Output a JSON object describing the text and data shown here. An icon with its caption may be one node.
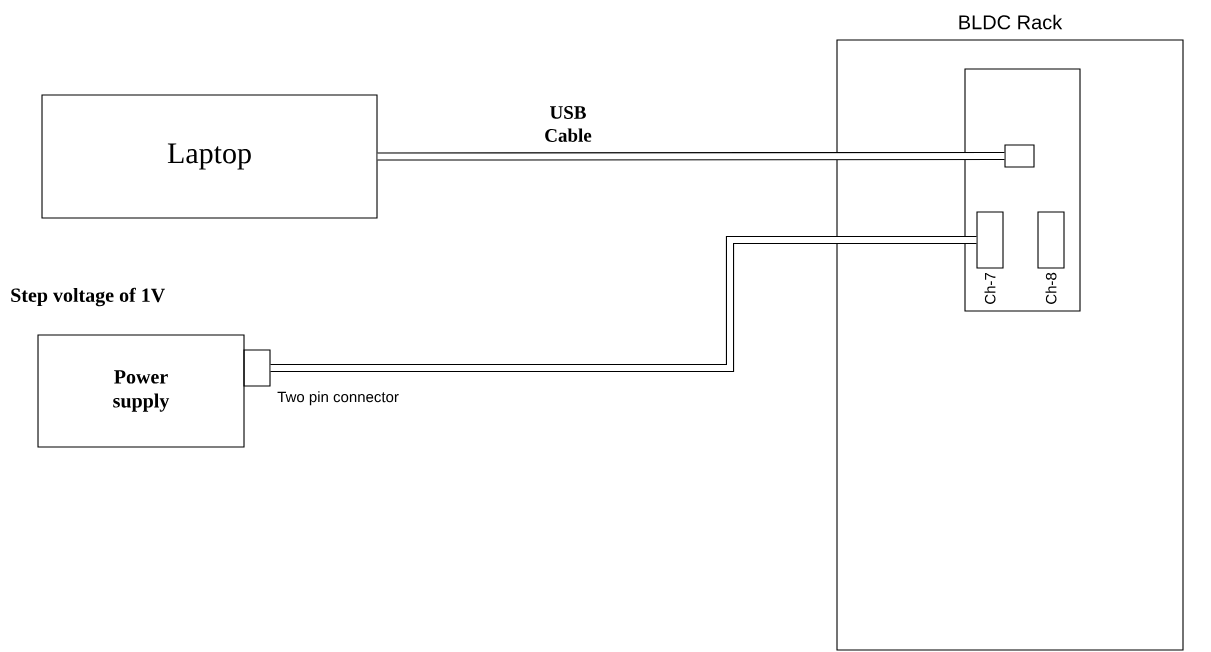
{
  "diagram": {
    "nodes": [
      {
        "text": [
          "BLDC Rack"
        ]
      },
      {
        "text": [],
        "shape": "box",
        "in": 0
      },
      {
        "text": [],
        "shape": "box",
        "in": 1
      },
      {
        "text": [
          "Ch-7"
        ],
        "in": 1
      },
      {
        "text": [
          "Ch-8"
        ],
        "in": 1
      },
      {
        "text": [
          "Laptop"
        ]
      },
      {
        "text": [
          "Step voltage of 1V",
          "Power supply"
        ]
      },
      {
        "text": [],
        "shape": "box",
        "beside": [
          "Two pin connector"
        ]
      }
    ],
    "edges": [
      {
        "from": 5,
        "to": 2,
        "arrow": "none",
        "label": "USB Cable"
      },
      {
        "from": 7,
        "to": 3,
        "arrow": "none"
      }
    ]
  }
}
